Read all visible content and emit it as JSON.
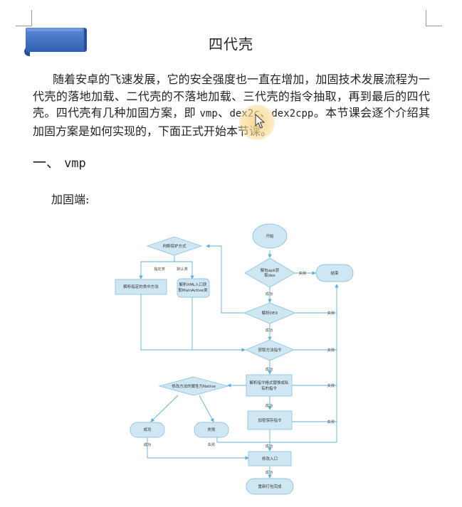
{
  "document": {
    "title": "四代壳",
    "paragraph": {
      "part1": "随着安卓的飞速发展，它的安全强度也一直在增加，加固技术发展流程为一代壳的落地加载、二代壳的不落地加载、三代壳的指令抽取，再到最后的四代壳。四代壳有几种加固方案，即 ",
      "vmp": "vmp",
      "sep1": "、",
      "dex2c": "dex2c",
      "sep2": "、",
      "dex2cpp": "dex2cpp",
      "part2": "。本节课会逐个介绍其加固方案是如何实现的，下面正式开始本节课。"
    },
    "section_heading": {
      "number": "一、",
      "text": "vmp"
    },
    "subheading": "加固端:"
  },
  "flowchart": {
    "nodes": {
      "start": "开始",
      "unpack_apk_line1": "解包apk获",
      "unpack_apk_line2": "取dex",
      "end": "结束",
      "judge_protect": "判断保护方式",
      "parse_specified_class": "解析指定的类中方法",
      "parse_xml_line1": "解析XML入口获",
      "parse_xml_line2": "取MainActive类",
      "parse_dex": "解析DEX",
      "get_method_insn": "获取方法指令",
      "parse_insn_line1": "解析指令格式替换成私",
      "parse_insn_line2": "有的指令",
      "modify_native": "修改方法的属性为Native",
      "encrypt_save": "加密保存指令",
      "success_node": "成功",
      "fail_node": "失败",
      "modify_entry": "修改入口",
      "repack_done": "重新打包完成"
    },
    "edge_labels": {
      "specified_class": "指定类",
      "default_class": "默认类",
      "success": "成功",
      "fail": "失败"
    },
    "colors": {
      "node_fill": "#cfe6f3",
      "node_stroke": "#8ec6e0",
      "line": "#5fb0d6"
    }
  }
}
